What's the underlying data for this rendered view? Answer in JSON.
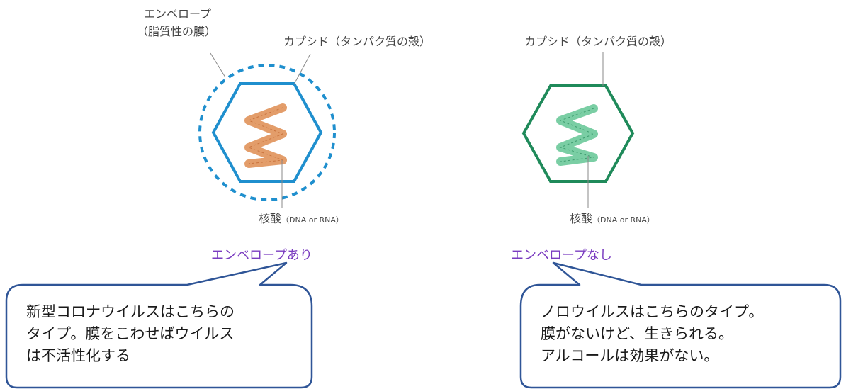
{
  "left_panel": {
    "envelope_label_line1": "エンベロープ",
    "envelope_label_line2": "（脂質性の膜）",
    "capsid_label": "カプシド（タンパク質の殻）",
    "nucleic_label_main": "核酸",
    "nucleic_label_sub": "（DNA or RNA）",
    "caption": "エンベロープあり",
    "bubble_lines": [
      "新型コロナウイルスはこちらの",
      "タイプ。膜をこわせばウイルス",
      "は不活性化する"
    ]
  },
  "right_panel": {
    "capsid_label": "カプシド（タンパク質の殻）",
    "nucleic_label_main": "核酸",
    "nucleic_label_sub": "（DNA or RNA）",
    "caption": "エンベロープなし",
    "bubble_lines": [
      "ノロウイルスはこちらのタイプ。",
      "膜がないけど、生きられる。",
      "アルコールは効果がない。"
    ]
  },
  "colors": {
    "envelope": "#1f8fce",
    "capsid_left": "#1f8fce",
    "capsid_right": "#1f8a5a",
    "nucleic_left": "#e0925a",
    "nucleic_right": "#6cc99a",
    "caption": "#7a3cc0",
    "bubble_border": "#2f5597"
  }
}
